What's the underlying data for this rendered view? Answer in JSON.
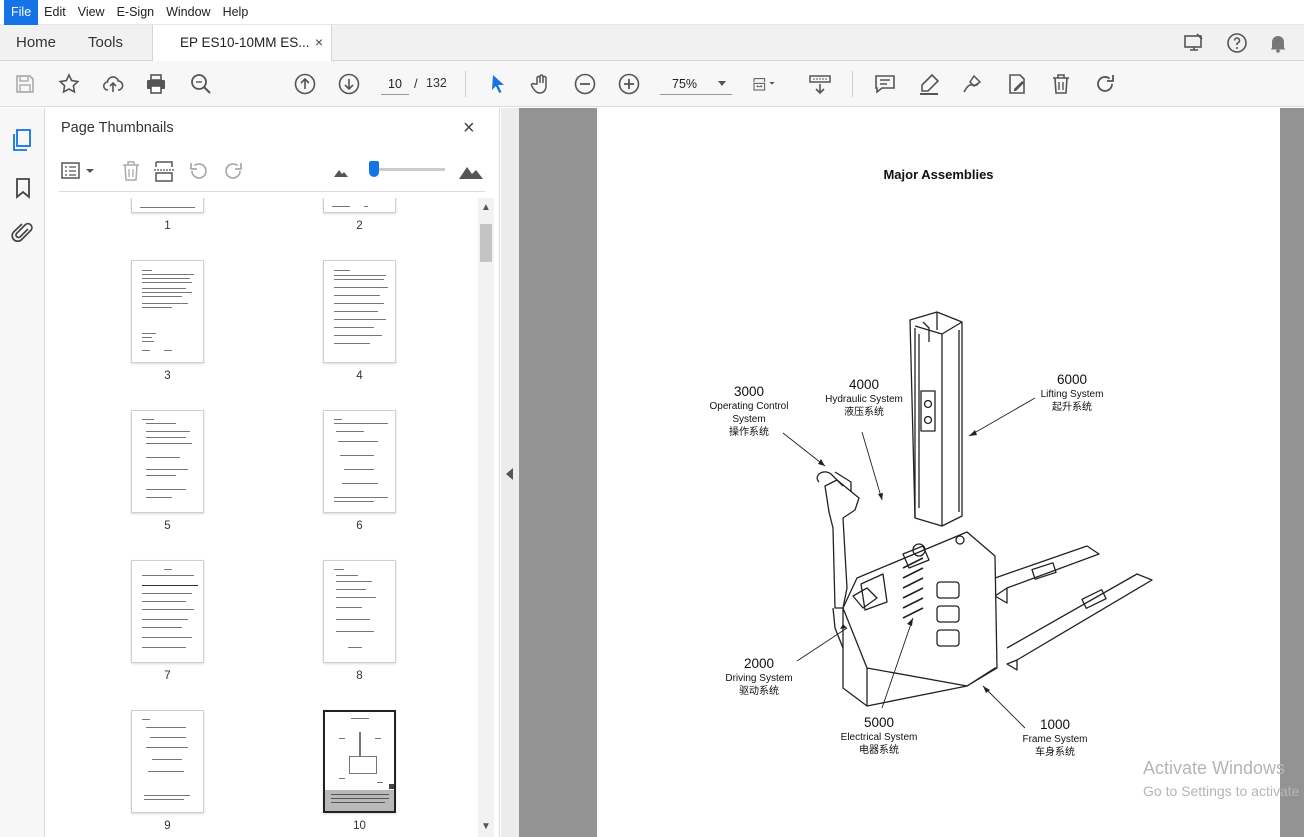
{
  "menu": {
    "items": [
      "File",
      "Edit",
      "View",
      "E-Sign",
      "Window",
      "Help"
    ]
  },
  "tabs": {
    "home": "Home",
    "tools": "Tools",
    "document": "EP ES10-10MM ES...",
    "close": "×"
  },
  "toolbar": {
    "current_page": "10",
    "page_separator": "/",
    "total_pages": "132",
    "zoom": "75%"
  },
  "thumbnails_panel": {
    "title": "Page Thumbnails",
    "close": "×",
    "pages": [
      "1",
      "2",
      "3",
      "4",
      "5",
      "6",
      "7",
      "8",
      "9",
      "10"
    ],
    "selected_page": "10"
  },
  "document": {
    "title": "Major Assemblies",
    "labels": [
      {
        "code": "3000",
        "name": "Operating Control System",
        "cn": "操作系统"
      },
      {
        "code": "4000",
        "name": "Hydraulic System",
        "cn": "液压系统"
      },
      {
        "code": "6000",
        "name": "Lifting System",
        "cn": "起升系统"
      },
      {
        "code": "2000",
        "name": "Driving System",
        "cn": "驱动系统"
      },
      {
        "code": "5000",
        "name": "Electrical System",
        "cn": "电器系统"
      },
      {
        "code": "1000",
        "name": "Frame System",
        "cn": "车身系统"
      }
    ]
  },
  "watermark": {
    "line1": "Activate Windows",
    "line2": "Go to Settings to activate"
  },
  "colors": {
    "accent": "#1473e6",
    "doc_background": "#939393"
  }
}
